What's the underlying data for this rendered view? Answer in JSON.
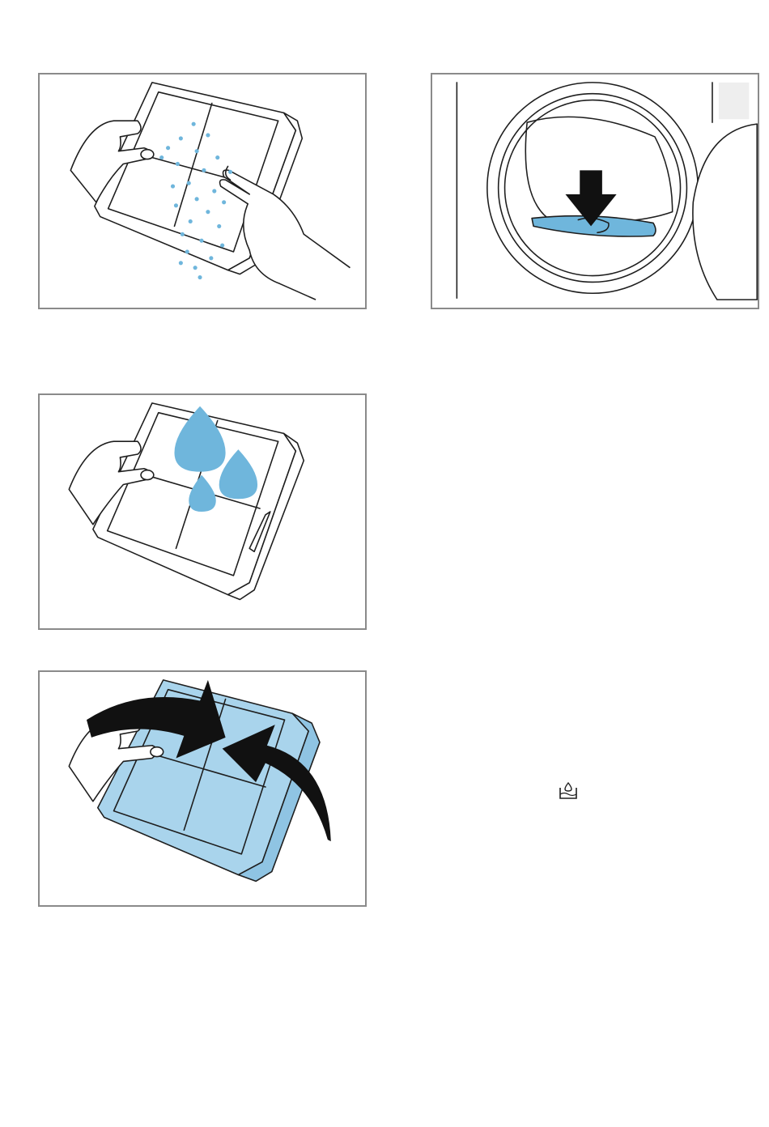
{
  "illustrations": [
    {
      "depicts": "fluff-filter-being-tapped-out"
    },
    {
      "depicts": "filter-slot-in-door-opening"
    },
    {
      "depicts": "fluff-filter-rinsed-with-water"
    },
    {
      "depicts": "fluff-filter-being-closed"
    }
  ],
  "symbols": {
    "water_container": "water-container-icon"
  },
  "colors": {
    "accent_blue": "#6fb6dc",
    "light_blue": "#a9d4ec",
    "outline": "#1e1e1e",
    "frame": "#8a8a8a"
  }
}
